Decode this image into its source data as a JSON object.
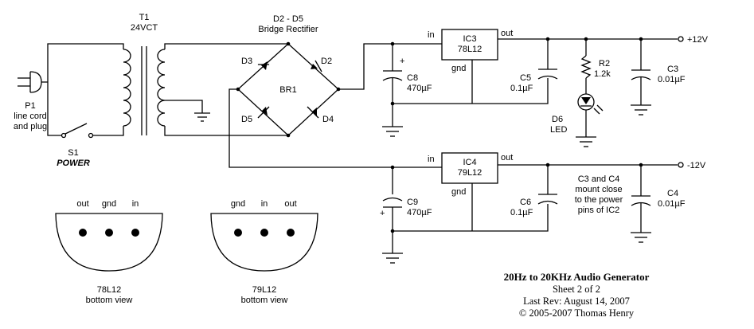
{
  "labels": {
    "t1_ref": "T1",
    "t1_value": "24VCT",
    "bridge_ref": "D2 - D5",
    "bridge_desc": "Bridge Rectifier",
    "br1": "BR1",
    "d2": "D2",
    "d3": "D3",
    "d4": "D4",
    "d5": "D5",
    "p1_ref": "P1",
    "p1_line1": "line cord",
    "p1_line2": "and plug",
    "s1_ref": "S1",
    "s1_name": "POWER",
    "ic3_ref": "IC3",
    "ic3_part": "78L12",
    "ic4_ref": "IC4",
    "ic4_part": "79L12",
    "pin_in": "in",
    "pin_out": "out",
    "pin_gnd": "gnd",
    "c8_ref": "C8",
    "c8_value": "470µF",
    "c9_ref": "C9",
    "c9_value": "470µF",
    "c5_ref": "C5",
    "c5_value": "0.1µF",
    "c6_ref": "C6",
    "c6_value": "0.1µF",
    "c3_ref": "C3",
    "c3_value": "0.01µF",
    "c4_ref": "C4",
    "c4_value": "0.01µF",
    "r2_ref": "R2",
    "r2_value": "1.2k",
    "d6_ref": "D6",
    "d6_type": "LED",
    "plus12": "+12V",
    "minus12": "-12V",
    "plus_sign": "+",
    "note_line1": "C3 and C4",
    "note_line2": "mount close",
    "note_line3": "to the power",
    "note_line4": "pins of IC2"
  },
  "pinouts": [
    {
      "pins": [
        "out",
        "gnd",
        "in"
      ],
      "part": "78L12",
      "view": "bottom view"
    },
    {
      "pins": [
        "gnd",
        "in",
        "out"
      ],
      "part": "79L12",
      "view": "bottom view"
    }
  ],
  "title_block": {
    "title": "20Hz to 20KHz Audio Generator",
    "sheet": "Sheet 2 of 2",
    "rev": "Last Rev: August 14, 2007",
    "copyright": "© 2005-2007 Thomas Henry"
  }
}
